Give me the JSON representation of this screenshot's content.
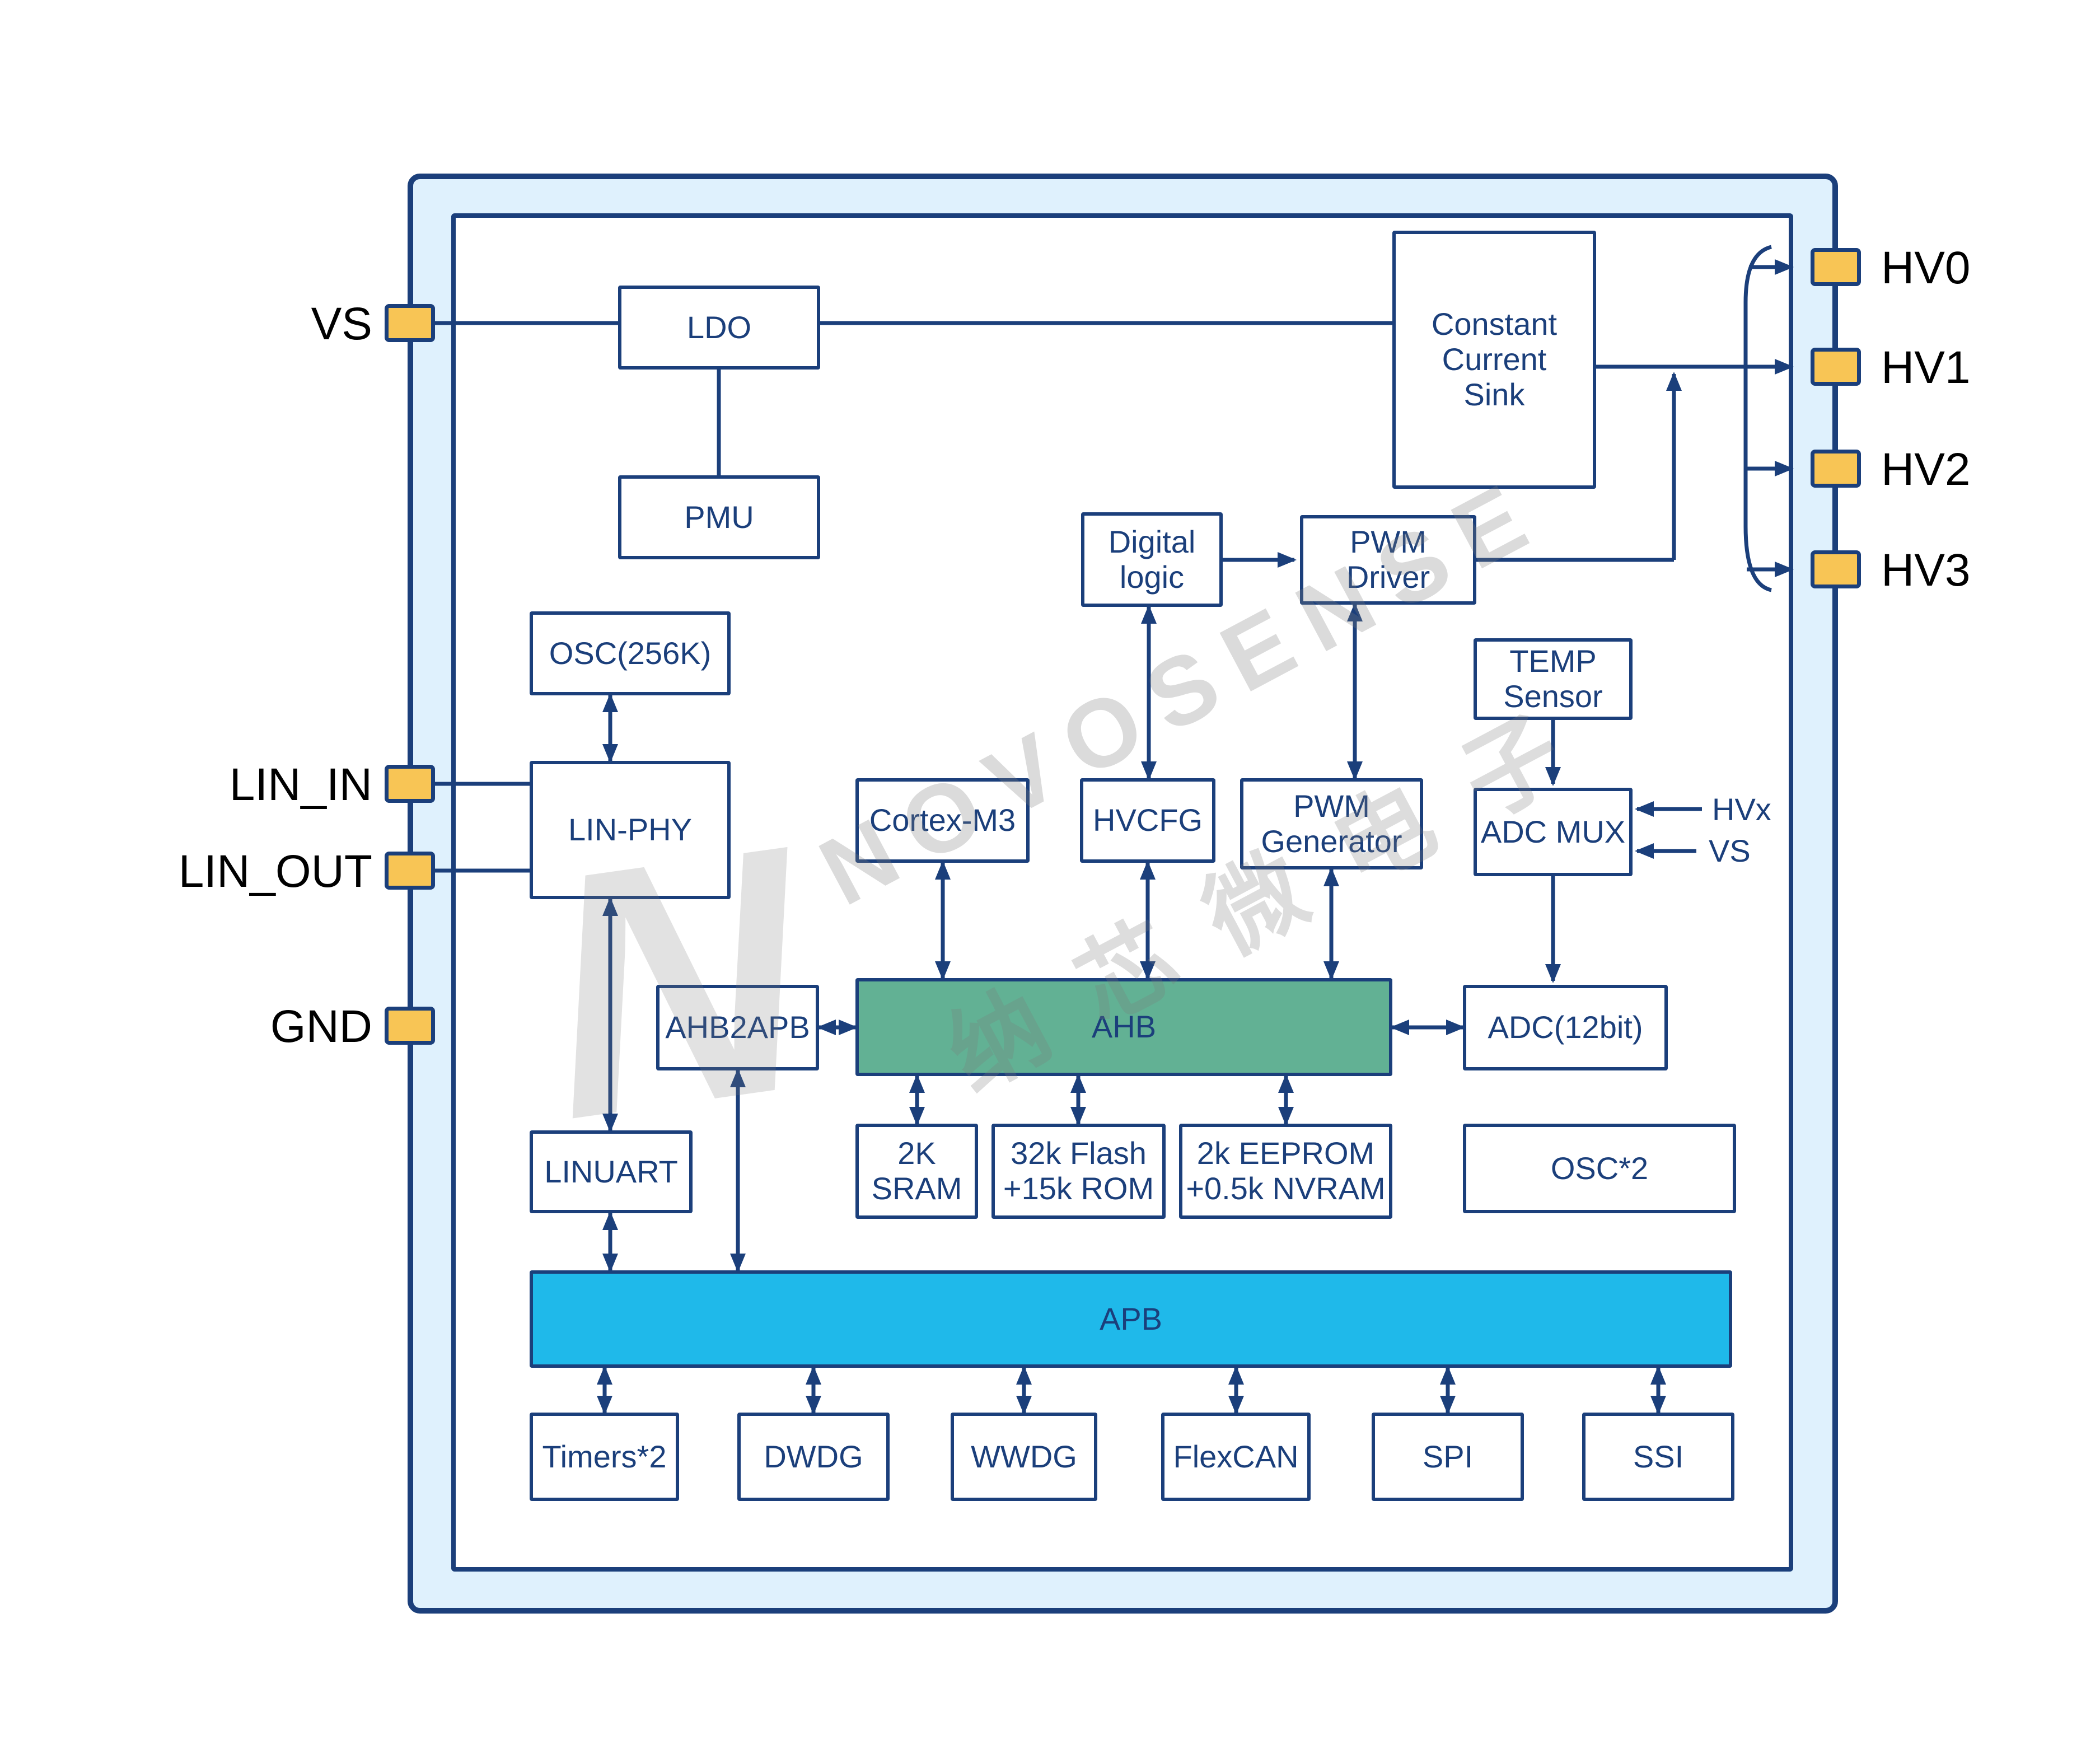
{
  "colors": {
    "navy": "#1B3F7B",
    "chip_fill": "#DFF1FD",
    "pin_fill": "#F8C555",
    "ahb_fill": "#62B194",
    "apb_fill": "#1FB9EA",
    "background": "#FFFFFF"
  },
  "pins": {
    "vs": "VS",
    "lin_in": "LIN_IN",
    "lin_out": "LIN_OUT",
    "gnd": "GND",
    "hv0": "HV0",
    "hv1": "HV1",
    "hv2": "HV2",
    "hv3": "HV3"
  },
  "signals": {
    "hvx": "HVx",
    "vs": "VS"
  },
  "blocks": {
    "ldo": "LDO",
    "pmu": "PMU",
    "ccs": "Constant\nCurrent\nSink",
    "digital_logic": "Digital\nlogic",
    "pwm_driver": "PWM\nDriver",
    "temp_sensor": "TEMP\nSensor",
    "osc256k": "OSC(256K)",
    "lin_phy": "LIN-PHY",
    "cortex_m3": "Cortex-M3",
    "hvcfg": "HVCFG",
    "pwm_generator": "PWM\nGenerator",
    "adc_mux": "ADC MUX",
    "ahb2apb": "AHB2APB",
    "ahb": "AHB",
    "adc12": "ADC(12bit)",
    "linuart": "LINUART",
    "sram": "2K\nSRAM",
    "flash": "32k Flash\n+15k ROM",
    "eeprom": "2k EEPROM\n+0.5k NVRAM",
    "osc2": "OSC*2",
    "apb": "APB",
    "timers": "Timers*2",
    "dwdg": "DWDG",
    "wwdg": "WWDG",
    "flexcan": "FlexCAN",
    "spi": "SPI",
    "ssi": "SSI"
  },
  "watermark": {
    "logo": "N",
    "brand": "NOVOSENSE",
    "cjk": "纳芯微电子"
  }
}
